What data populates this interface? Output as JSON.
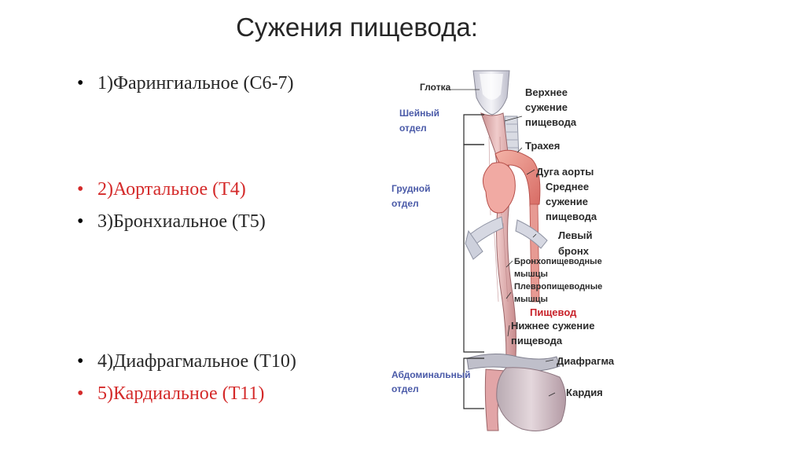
{
  "title": "Сужения пищевода:",
  "colors": {
    "black_text": "#262626",
    "red_text": "#d42a2a"
  },
  "bullets": [
    {
      "marker": "•",
      "text": "1)Фарингиальное (С6-7)",
      "color": "#262626"
    },
    {
      "marker": "•",
      "text": "2)Аортальное (Т4)",
      "color": "#d42a2a"
    },
    {
      "marker": "•",
      "text": "3)Бронхиальное (Т5)",
      "color": "#262626"
    },
    {
      "marker": "•",
      "text": "4)Диафрагмальное (Т10)",
      "color": "#262626"
    },
    {
      "marker": "•",
      "text": "5)Кардиальное (Т11)",
      "color": "#d42a2a"
    }
  ],
  "diagram": {
    "labels": {
      "glotka": "Глотка",
      "upper1": "Верхнее",
      "upper2": "сужение",
      "upper3": "пищевода",
      "neck1": "Шейный",
      "neck2": "отдел",
      "trachea": "Трахея",
      "arch": "Дуга аорты",
      "mid1": "Среднее",
      "mid2": "сужение",
      "mid3": "пищевода",
      "chest1": "Грудной",
      "chest2": "отдел",
      "bronch1": "Левый",
      "bronch2": "бронх",
      "bm1": "Бронхопищеводные",
      "bm2": "мышцы",
      "pm1": "Плевропищеводные",
      "pm2": "мышцы",
      "esophagus": "Пищевод",
      "low1": "Нижнее сужение",
      "low2": "пищевода",
      "diaphragm": "Диафрагма",
      "abd1": "Абдоминальный",
      "abd2": "отдел",
      "cardia": "Кардия"
    }
  }
}
